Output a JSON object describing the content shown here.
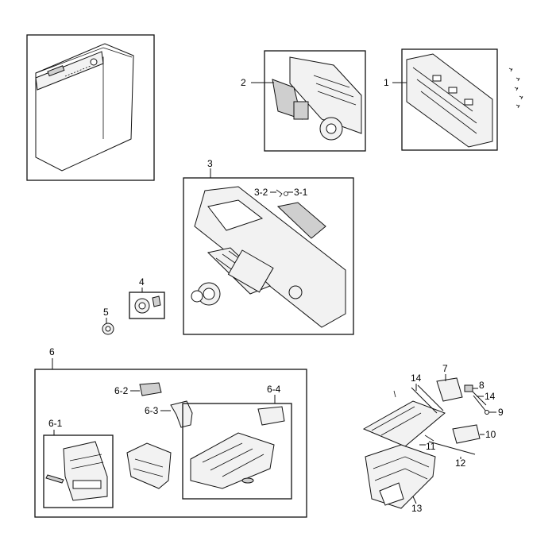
{
  "callouts": {
    "c1": "1",
    "c2": "2",
    "c3": "3",
    "c3_1": "3-1",
    "c3_2": "3-2",
    "c4": "4",
    "c5": "5",
    "c6": "6",
    "c6_1": "6-1",
    "c6_2": "6-2",
    "c6_3": "6-3",
    "c6_4": "6-4",
    "c7": "7",
    "c8": "8",
    "c9": "9",
    "c10": "10",
    "c11": "11",
    "c12": "12",
    "c13": "13",
    "c14a": "14",
    "c14b": "14"
  }
}
